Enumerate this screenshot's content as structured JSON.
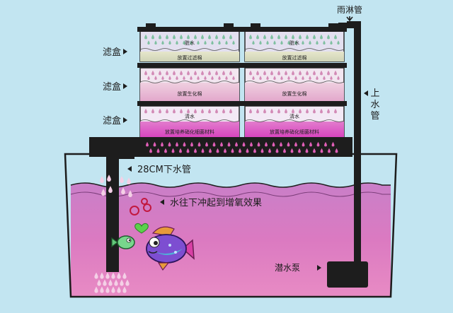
{
  "labels": {
    "filter_box_1": "滤盒",
    "filter_box_2": "滤盒",
    "filter_box_3": "滤盒",
    "rain_pipe": "雨淋管",
    "up_pipe": "上水管",
    "down_pipe": "28CM下水管",
    "oxygen_effect": "水往下冲起到增氧效果",
    "pump": "潜水泵"
  },
  "tiers": {
    "top": {
      "left_water": "脏水",
      "right_water": "脏水",
      "left_media": "放置过滤棉",
      "right_media": "放置过滤棉"
    },
    "middle": {
      "left_media": "放置生化棉",
      "right_media": "放置生化棉"
    },
    "bottom": {
      "left_water": "清水",
      "right_water": "清水",
      "left_media": "放置培养硝化细菌材料",
      "right_media": "放置培养硝化细菌材料"
    }
  },
  "colors": {
    "background": "#c2e5f1",
    "tank_water": "#d77fc2",
    "pipe": "#1d1d1d",
    "filter_top_band": "#d7d9bd",
    "filter_mid_band": "#e8b4cf",
    "filter_bottom_band": "#df55c3"
  }
}
